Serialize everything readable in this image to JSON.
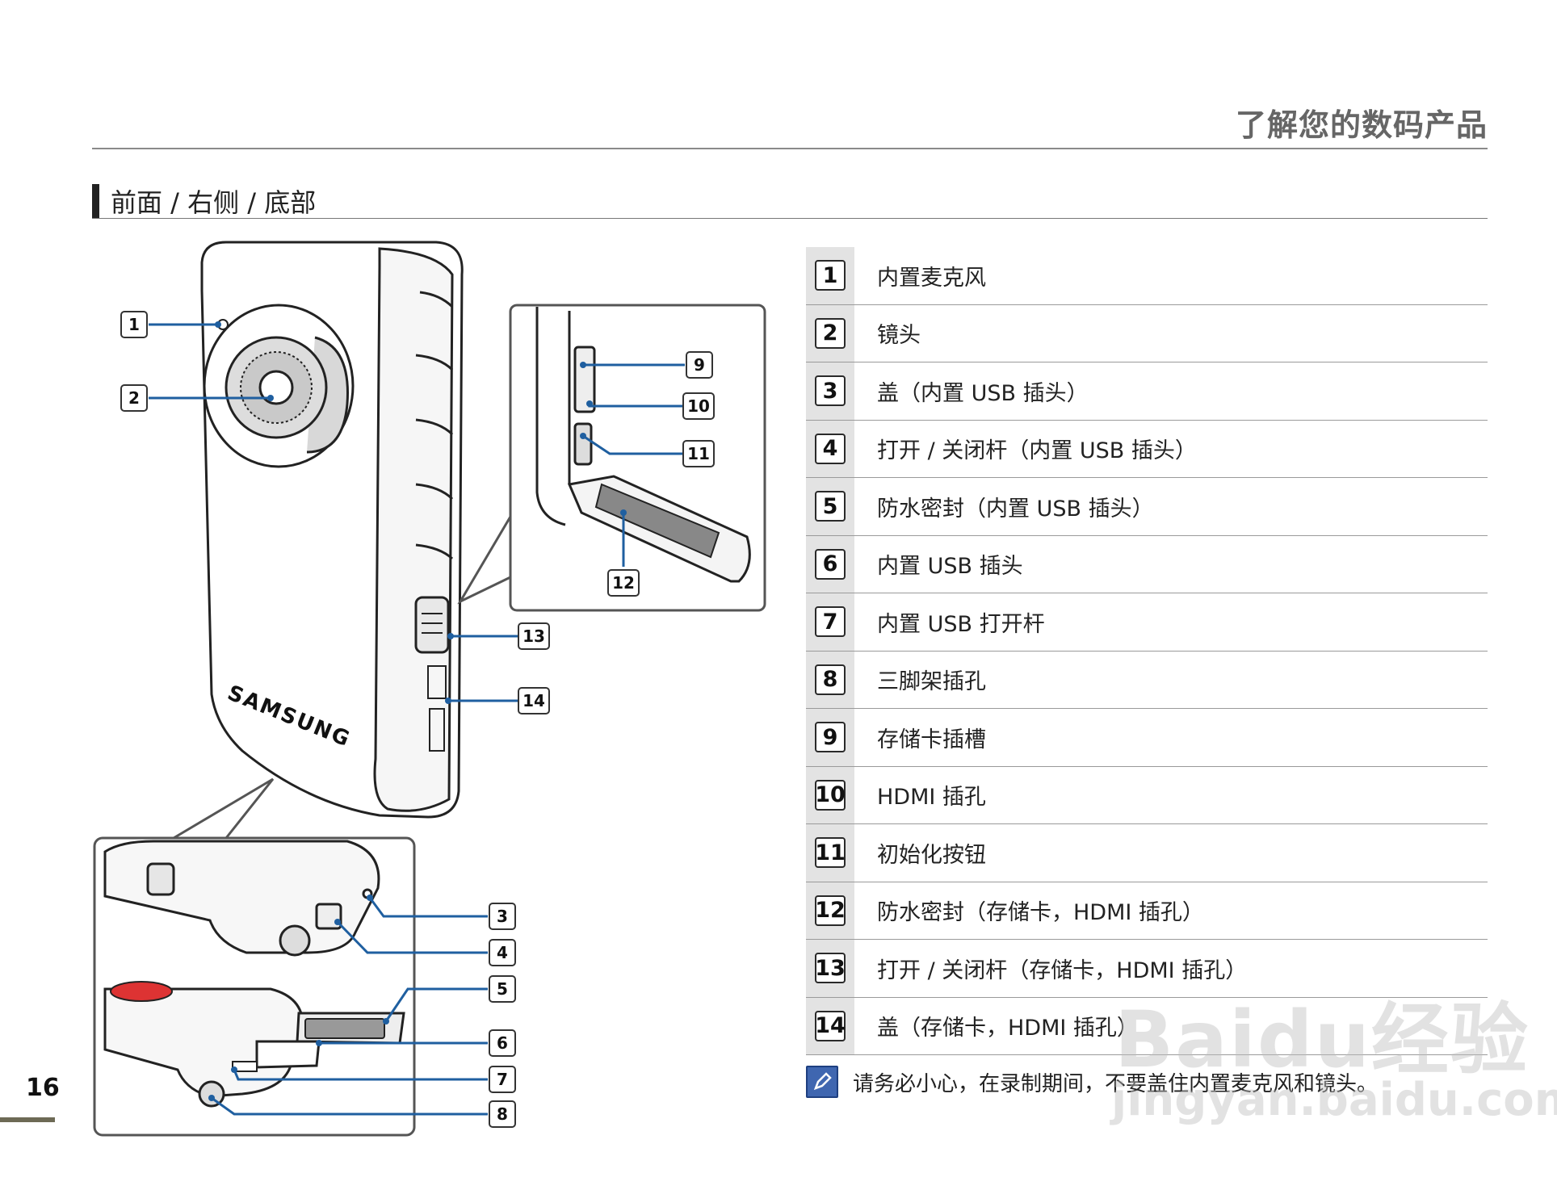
{
  "header": {
    "title": "了解您的数码产品"
  },
  "section": {
    "title": "前面 / 右侧 / 底部"
  },
  "callout_labels": [
    "1",
    "2",
    "3",
    "4",
    "5",
    "6",
    "7",
    "8",
    "9",
    "10",
    "11",
    "12",
    "13",
    "14"
  ],
  "device_brand": "SAMSUNG",
  "legend": [
    {
      "num": "1",
      "text": "内置麦克风"
    },
    {
      "num": "2",
      "text": "镜头"
    },
    {
      "num": "3",
      "text": "盖（内置 USB 插头）"
    },
    {
      "num": "4",
      "text": "打开 / 关闭杆（内置 USB 插头）"
    },
    {
      "num": "5",
      "text": "防水密封（内置 USB 插头）"
    },
    {
      "num": "6",
      "text": "内置 USB 插头"
    },
    {
      "num": "7",
      "text": "内置 USB 打开杆"
    },
    {
      "num": "8",
      "text": "三脚架插孔"
    },
    {
      "num": "9",
      "text": "存储卡插槽"
    },
    {
      "num": "10",
      "text": "HDMI 插孔"
    },
    {
      "num": "11",
      "text": "初始化按钮"
    },
    {
      "num": "12",
      "text": "防水密封（存储卡，HDMI 插孔）"
    },
    {
      "num": "13",
      "text": "打开 / 关闭杆（存储卡，HDMI 插孔）"
    },
    {
      "num": "14",
      "text": "盖（存储卡，HDMI 插孔）"
    }
  ],
  "note": {
    "icon": "note-pencil-icon",
    "text": "请务必小心，在录制期间，不要盖住内置麦克风和镜头。"
  },
  "page_number": "16",
  "watermark": {
    "line1": "Baidu经验",
    "line2": "jingyan.baidu.com"
  },
  "colors": {
    "callout_line": "#1f5fa0",
    "note_icon": "#3f66b0",
    "page_bar": "#6d6a55"
  }
}
